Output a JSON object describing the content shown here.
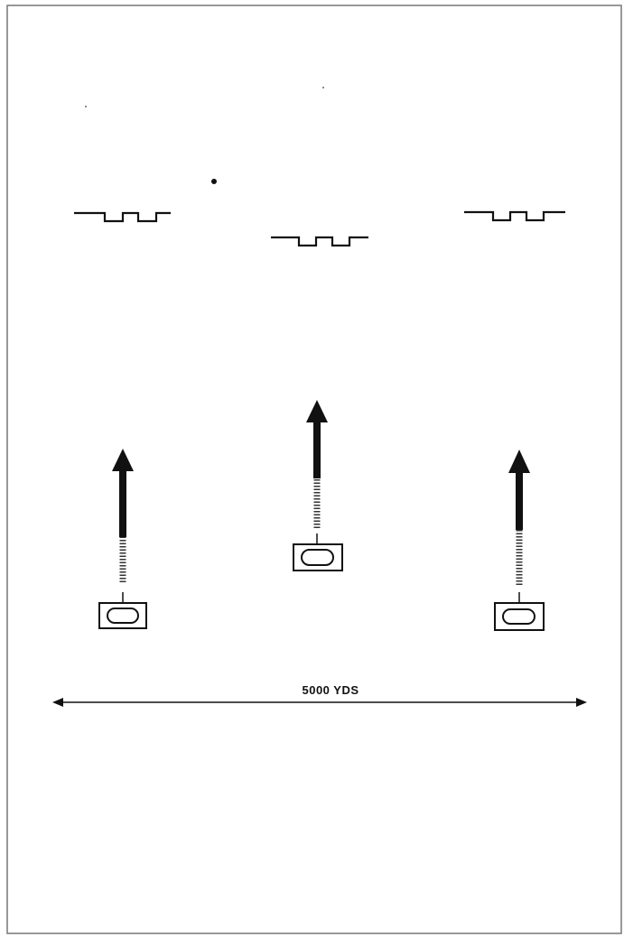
{
  "diagram": {
    "ink_color": "#111111",
    "paper_color": "#ffffff",
    "distance_label": "5000 YDS",
    "targets": [
      {
        "id": "left",
        "symbol": "submarine-silhouette"
      },
      {
        "id": "center",
        "symbol": "submarine-silhouette"
      },
      {
        "id": "right",
        "symbol": "submarine-silhouette"
      }
    ],
    "ships": [
      {
        "id": "left",
        "symbol": "ship-marker",
        "heading": "north"
      },
      {
        "id": "center",
        "symbol": "ship-marker",
        "heading": "north"
      },
      {
        "id": "right",
        "symbol": "ship-marker",
        "heading": "north"
      }
    ]
  }
}
